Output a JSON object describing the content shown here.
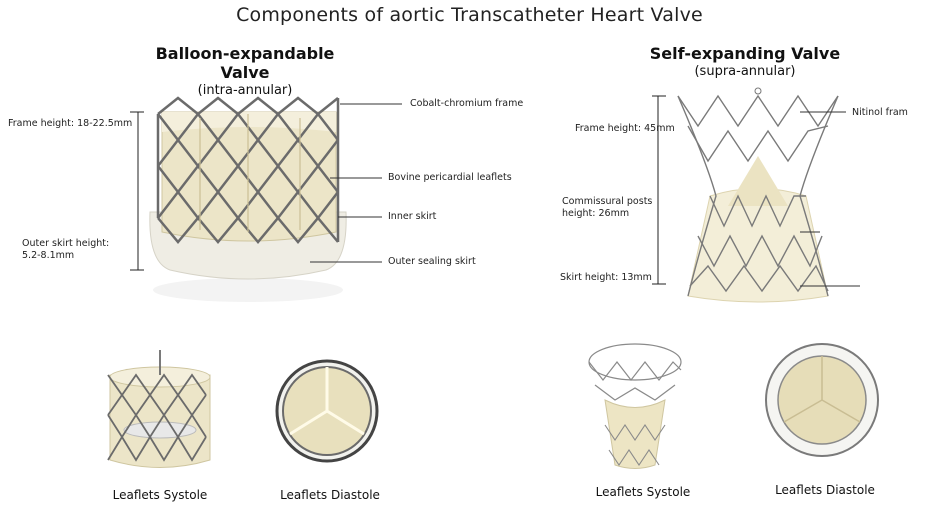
{
  "title": "Components of aortic Transcatheter Heart Valve",
  "left": {
    "heading": "Balloon-expandable Valve",
    "subheading": "(intra-annular)",
    "labels": {
      "frame_height": "Frame height: 18-22.5mm",
      "outer_skirt_height_1": "Outer skirt height:",
      "outer_skirt_height_2": "5.2-8.1mm",
      "frame": "Cobalt-chromium frame",
      "leaflets": "Bovine pericardial leaflets",
      "inner_skirt": "Inner skirt",
      "outer_skirt": "Outer sealing skirt"
    },
    "captions": {
      "systole": "Leaflets Systole",
      "diastole": "Leaflets Diastole"
    }
  },
  "right": {
    "heading": "Self-expanding Valve",
    "subheading": "(supra-annular)",
    "labels": {
      "frame_height": "Frame height: 45mm",
      "commissural_1": "Commissural posts",
      "commissural_2": "height: 26mm",
      "skirt_height": "Skirt height: 13mm",
      "frame": "Nitinol fram"
    },
    "captions": {
      "systole": "Leaflets Systole",
      "diastole": "Leaflets Diastole"
    }
  },
  "colors": {
    "metal": "#6b6b6b",
    "tissue": "#ece5c8",
    "tissue_shadow": "#d9cfa6",
    "skirt": "#f1efe6",
    "leader": "#333333"
  }
}
